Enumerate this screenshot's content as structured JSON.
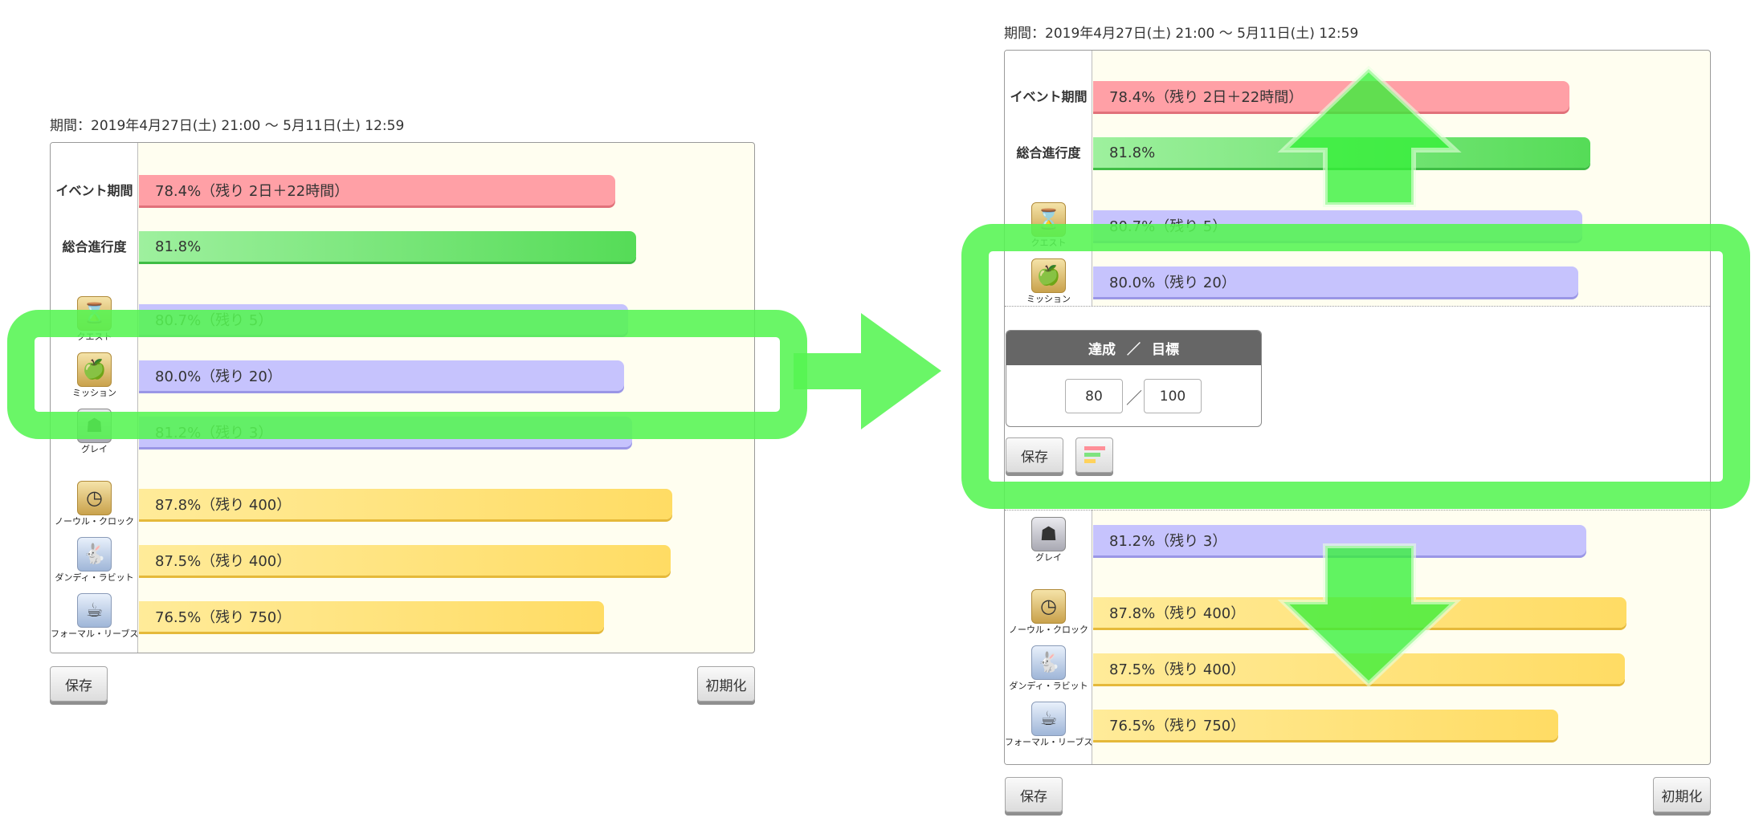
{
  "period_text": "期間：2019年4月27日(土) 21:00 〜 5月11日(土) 12:59",
  "rows": {
    "event": {
      "label": "イベント期間",
      "text": "78.4%（残り 2日＋22時間）",
      "progress": 78.4
    },
    "overall": {
      "label": "総合進行度",
      "text": "81.8%",
      "progress": 81.8
    },
    "quest": {
      "icon_label": "クエスト",
      "text": "80.7%（残り 5）",
      "progress": 80.7,
      "icon": "hourglass-icon"
    },
    "mission": {
      "icon_label": "ミッション",
      "text": "80.0%（残り 20）",
      "progress": 80.0,
      "icon": "golden-apple-icon"
    },
    "gray": {
      "icon_label": "グレイ",
      "text": "81.2%（残り 3）",
      "progress": 81.2,
      "icon": "character-gray-icon"
    },
    "clock": {
      "icon_label": "ノーウル・クロック",
      "text": "87.8%（残り 400）",
      "progress": 87.8,
      "icon": "pocket-watch-icon"
    },
    "rabbit": {
      "icon_label": "ダンディ・ラビット",
      "text": "87.5%（残り 400）",
      "progress": 87.5,
      "icon": "rabbit-icon"
    },
    "leaves": {
      "icon_label": "フォーマル・リーブス",
      "text": "76.5%（残り 750）",
      "progress": 76.5,
      "icon": "tea-tin-icon"
    }
  },
  "buttons": {
    "save": "保存",
    "reset": "初期化"
  },
  "editor": {
    "header_achieved": "達成",
    "header_sep": "／",
    "header_target": "目標",
    "current_value": "80",
    "separator": "／",
    "target_value": "100"
  },
  "colors": {
    "highlight": "#55f552",
    "bar_pink": "#ffa0a6",
    "bar_green": "#55dc57",
    "bar_purple": "#c6c3fd",
    "bar_yellow": "#ffdc64"
  }
}
